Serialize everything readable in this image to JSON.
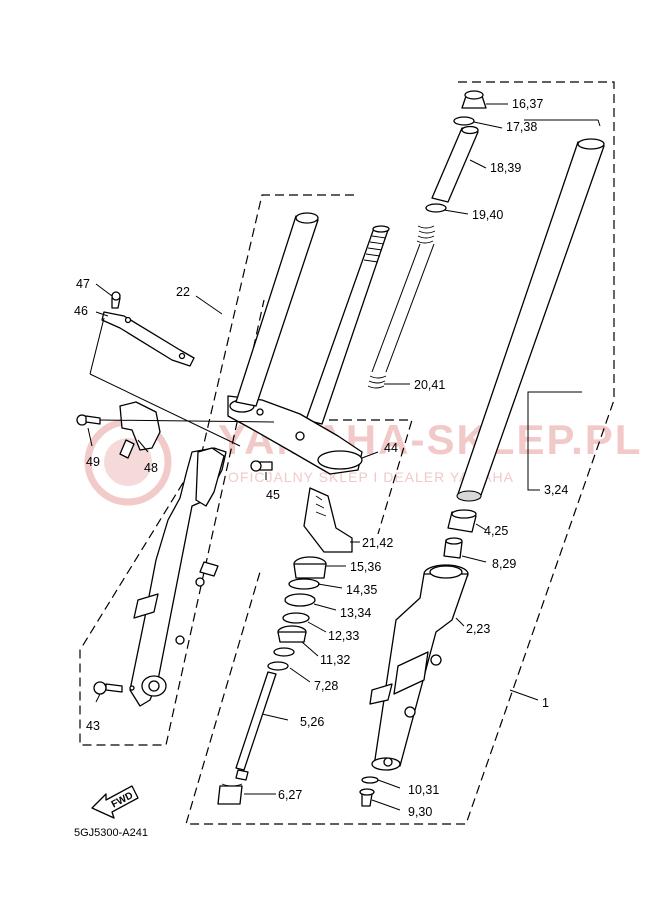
{
  "watermark": {
    "title": "YAMAHA-SKLEP.PL",
    "subtitle": "OFICJALNY SKLEP I DEALER YAMAHA"
  },
  "labels": {
    "p16_37": "16,37",
    "p17_38": "17,38",
    "p18_39": "18,39",
    "p19_40": "19,40",
    "p20_41": "20,41",
    "p3_24": "3,24",
    "p4_25": "4,25",
    "p8_29": "8,29",
    "p2_23": "2,23",
    "p1": "1",
    "p10_31": "10,31",
    "p9_30": "9,30",
    "p44": "44",
    "p45": "45",
    "p21_42": "21,42",
    "p15_36": "15,36",
    "p14_35": "14,35",
    "p13_34": "13,34",
    "p12_33": "12,33",
    "p11_32": "11,32",
    "p7_28": "7,28",
    "p5_26": "5,26",
    "p6_27": "6,27",
    "p47": "47",
    "p46": "46",
    "p22": "22",
    "p49": "49",
    "p48": "48",
    "p43": "43"
  },
  "direction": "FWD",
  "diagram_code": "5GJ5300-A241"
}
